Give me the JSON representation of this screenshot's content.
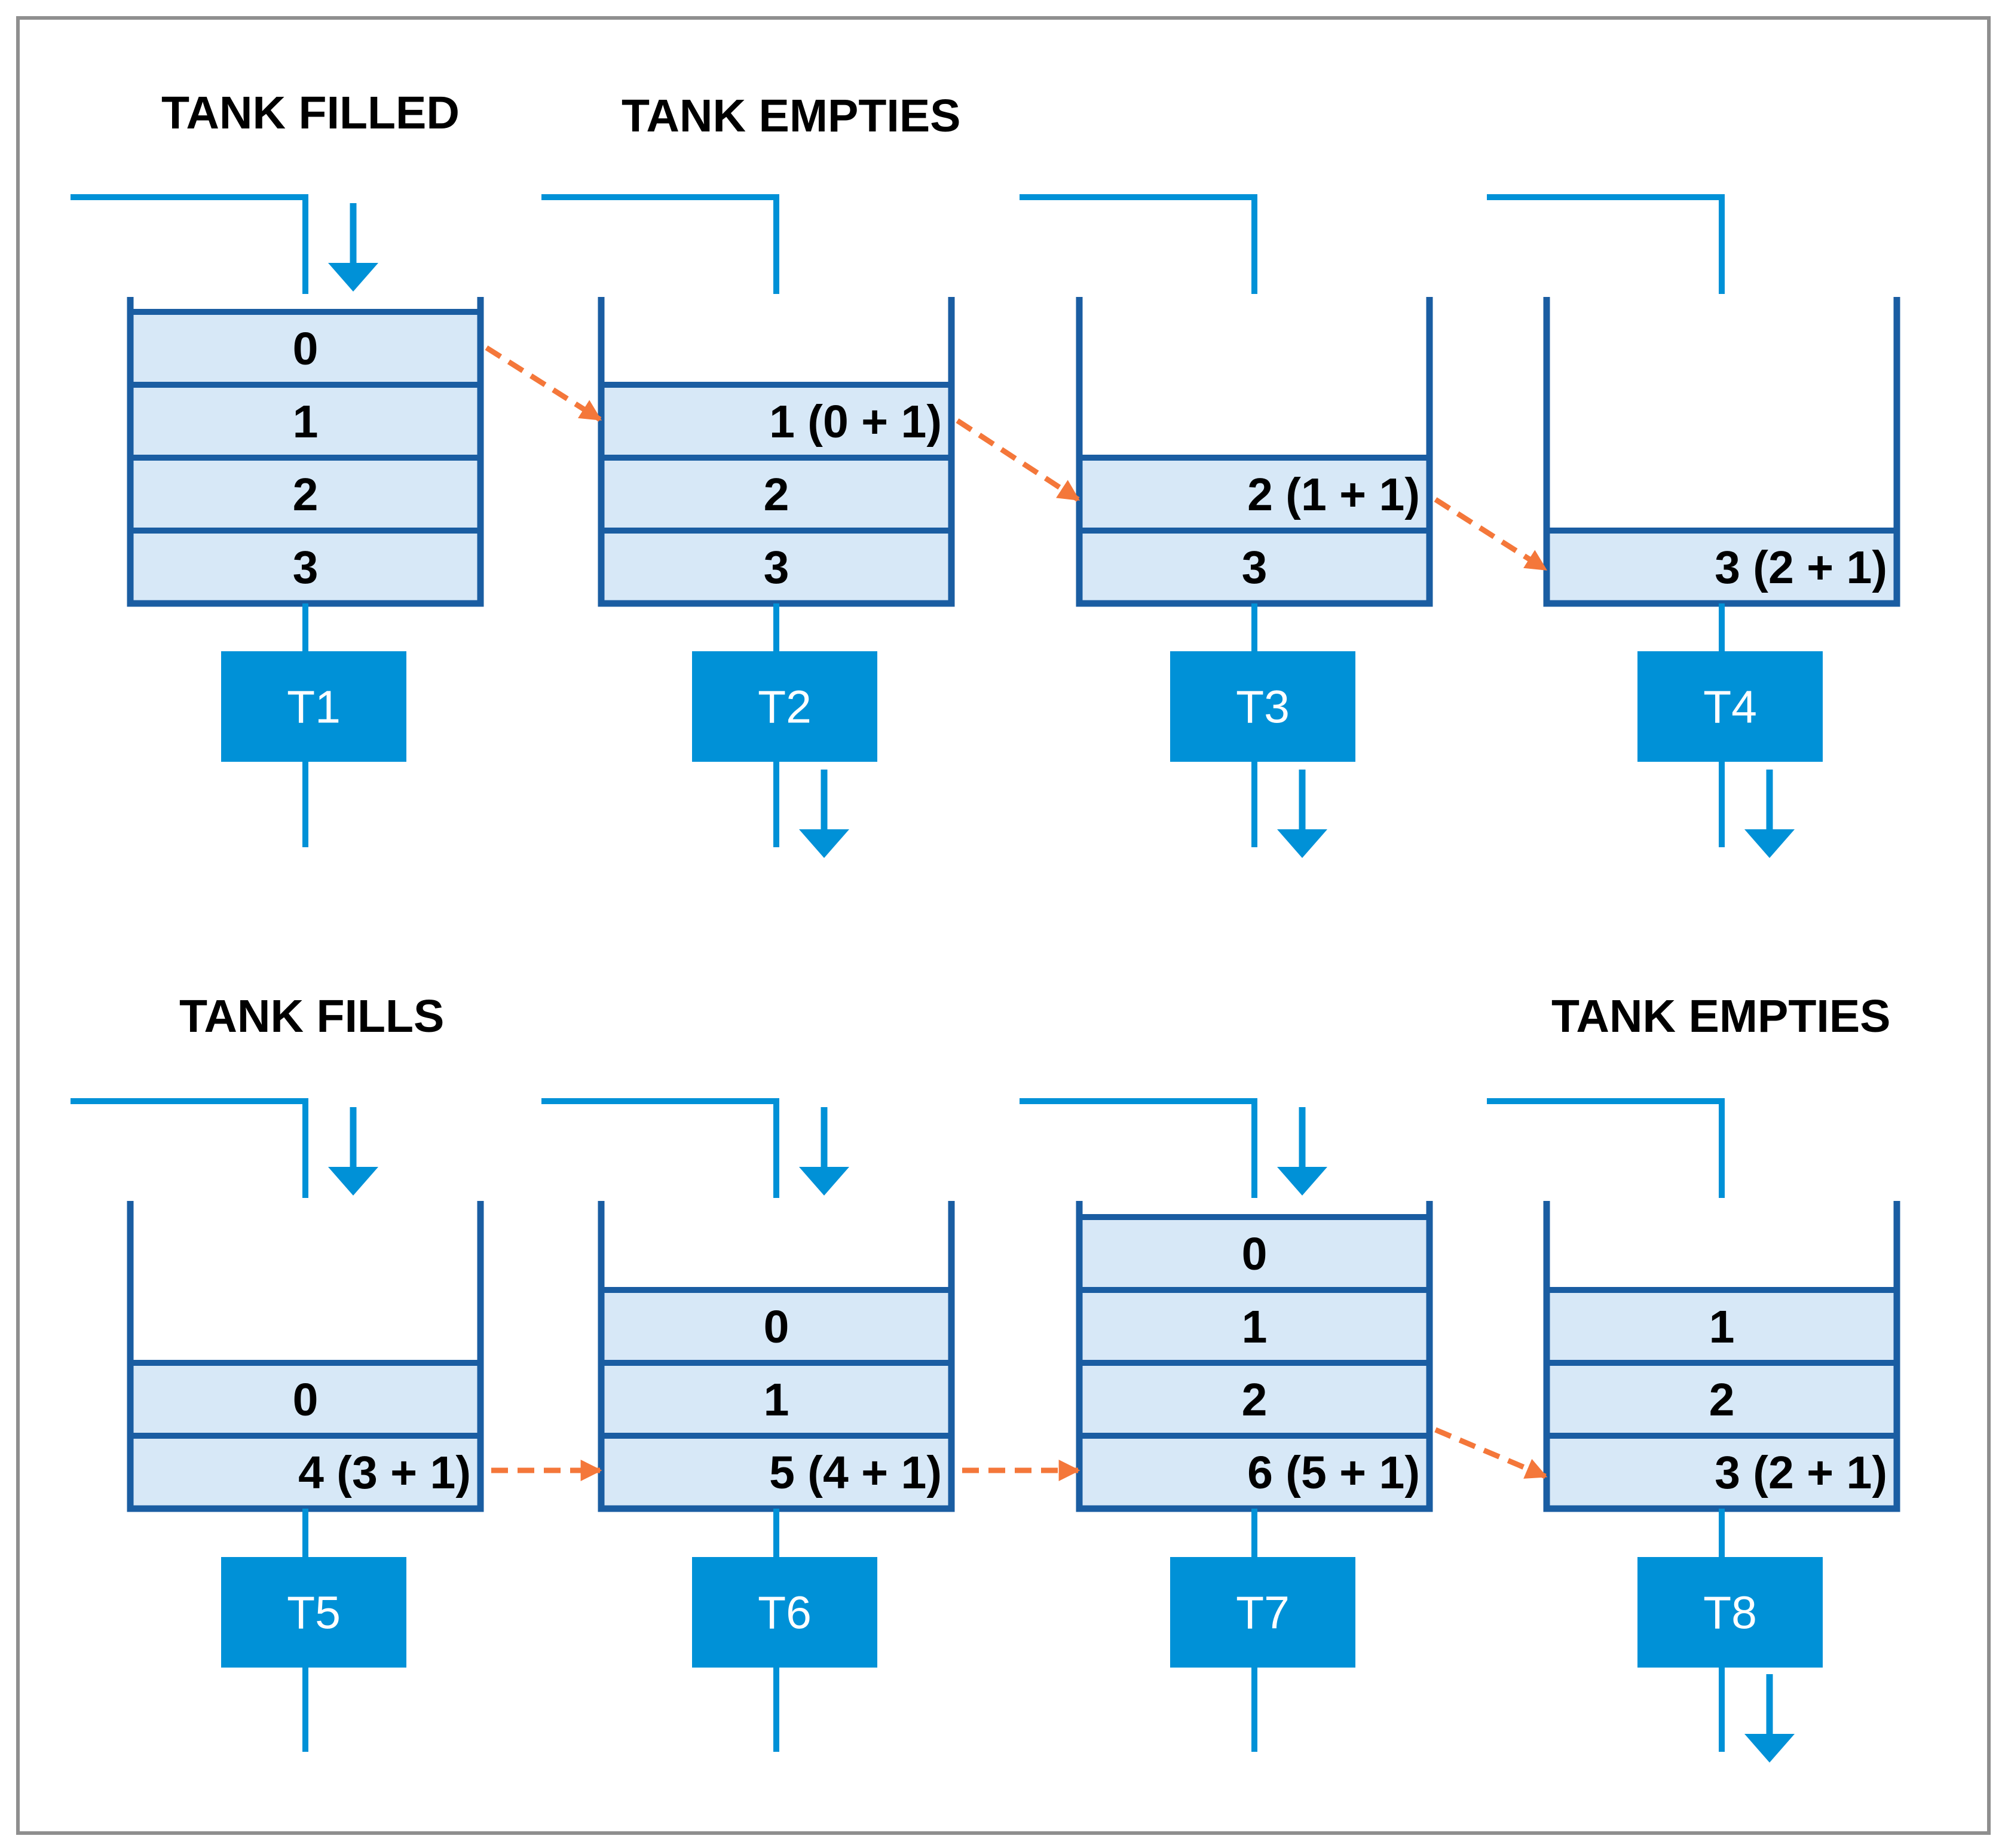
{
  "colors": {
    "tank": "#1a5da2",
    "slot_fill": "#d7e8f7",
    "pipe": "#0091d7",
    "timer_box": "#0091d7",
    "timer_text": "#ffffff",
    "arrow": "#f4773a",
    "frame": "#8f8f8f",
    "text": "#000000"
  },
  "headings": [
    {
      "text": "TANK FILLED"
    },
    {
      "text": "TANK EMPTIES"
    },
    {
      "text": "TANK FILLS"
    },
    {
      "text": "TANK EMPTIES"
    }
  ],
  "tanks": [
    {
      "timer": "T1",
      "inflow": true,
      "outflow": false,
      "slots": [
        "0",
        "1",
        "2",
        "3"
      ]
    },
    {
      "timer": "T2",
      "inflow": false,
      "outflow": true,
      "slots": [
        "1 (0 + 1)",
        "2",
        "3"
      ]
    },
    {
      "timer": "T3",
      "inflow": false,
      "outflow": true,
      "slots": [
        "2 (1 + 1)",
        "3"
      ]
    },
    {
      "timer": "T4",
      "inflow": false,
      "outflow": true,
      "slots": [
        "3 (2 + 1)"
      ]
    },
    {
      "timer": "T5",
      "inflow": true,
      "outflow": false,
      "slots": [
        "0",
        "4 (3 + 1)"
      ]
    },
    {
      "timer": "T6",
      "inflow": true,
      "outflow": false,
      "slots": [
        "0",
        "1",
        "5 (4 + 1)"
      ]
    },
    {
      "timer": "T7",
      "inflow": true,
      "outflow": false,
      "slots": [
        "0",
        "1",
        "2",
        "6 (5 + 1)"
      ]
    },
    {
      "timer": "T8",
      "inflow": false,
      "outflow": true,
      "slots": [
        "1",
        "2",
        "3 (2 + 1)"
      ]
    }
  ]
}
